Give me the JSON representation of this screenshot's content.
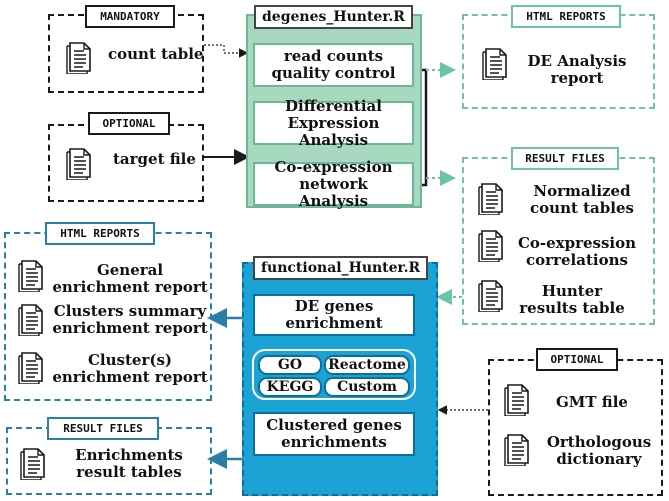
{
  "inputs": {
    "mandatory": {
      "tag": "MANDATORY",
      "item": "count table"
    },
    "optional_top": {
      "tag": "OPTIONAL",
      "item": "target file"
    },
    "optional_bottom": {
      "tag": "OPTIONAL",
      "items": [
        "GMT file",
        "Orthologous dictionary"
      ]
    }
  },
  "degenes": {
    "title": "degenes_Hunter.R",
    "steps": [
      "read counts quality control",
      "Differential Expression Analysis",
      "Co-expression network Analysis"
    ]
  },
  "functional": {
    "title": "functional_Hunter.R",
    "steps": [
      "DE genes enrichment",
      "Clustered genes enrichments"
    ],
    "databases": [
      "GO",
      "Reactome",
      "KEGG",
      "Custom"
    ]
  },
  "outputs_degenes": {
    "html_tag": "HTML REPORTS",
    "html_items": [
      "DE Analysis report"
    ],
    "result_tag": "RESULT FILES",
    "result_items": [
      "Normalized count tables",
      "Co-expression correlations",
      "Hunter results table"
    ]
  },
  "outputs_functional": {
    "html_tag": "HTML REPORTS",
    "html_items": [
      "General enrichment report",
      "Clusters summary enrichment report",
      "Cluster(s) enrichment report"
    ],
    "result_tag": "RESULT FILES",
    "result_items": [
      "Enrichments result tables"
    ]
  },
  "colors": {
    "green_panel": "#a8d8bf",
    "green_border": "#6cc4a4",
    "blue_panel": "#1ba3d6",
    "blue_border": "#2a7fa6",
    "black": "#1a1a1a"
  },
  "icons": [
    "document-icon"
  ]
}
